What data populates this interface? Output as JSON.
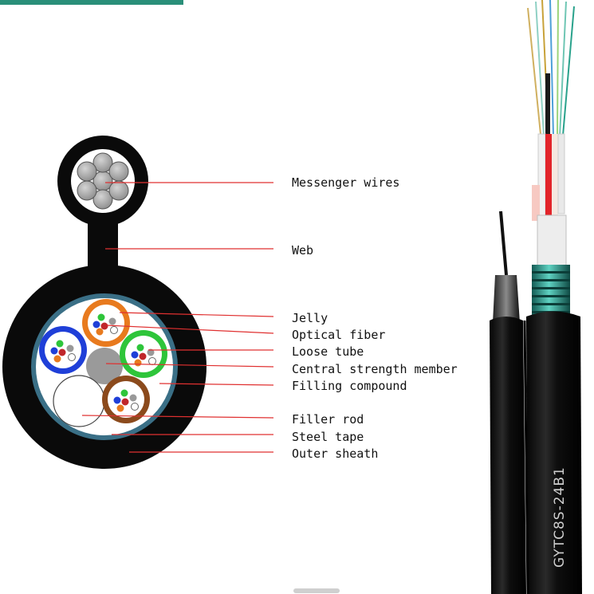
{
  "labels": {
    "messenger_wires": "Messenger wires",
    "web": "Web",
    "jelly": "Jelly",
    "optical_fiber": "Optical fiber",
    "loose_tube": "Loose tube",
    "central_strength_member": "Central strength member",
    "filling_compound": "Filling compound",
    "filler_rod": "Filler rod",
    "steel_tape": "Steel tape",
    "outer_sheath": "Outer sheath"
  },
  "cable_model": "GYTC8S-24B1",
  "colors": {
    "leader_line": "#e03030",
    "sheath": "#0a0a0a",
    "steel_tape": "#3a6f86",
    "tube_orange": "#e87a1e",
    "tube_green": "#2ec53a",
    "tube_blue": "#1f3fd8",
    "tube_brown": "#8b4a1c",
    "armor_teal": "#2a9c8e"
  }
}
